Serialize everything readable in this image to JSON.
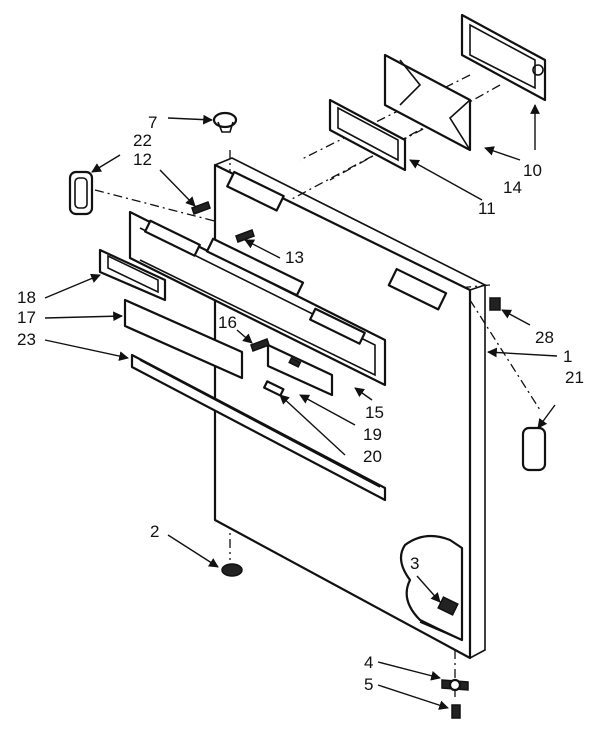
{
  "callouts": {
    "c1": "1",
    "c2": "2",
    "c3": "3",
    "c4": "4",
    "c5": "5",
    "c7": "7",
    "c10": "10",
    "c11": "11",
    "c12": "12",
    "c13": "13",
    "c14": "14",
    "c15": "15",
    "c16": "16",
    "c17": "17",
    "c18": "18",
    "c19": "19",
    "c20": "20",
    "c21": "21",
    "c22": "22",
    "c23": "23",
    "c28": "28"
  }
}
